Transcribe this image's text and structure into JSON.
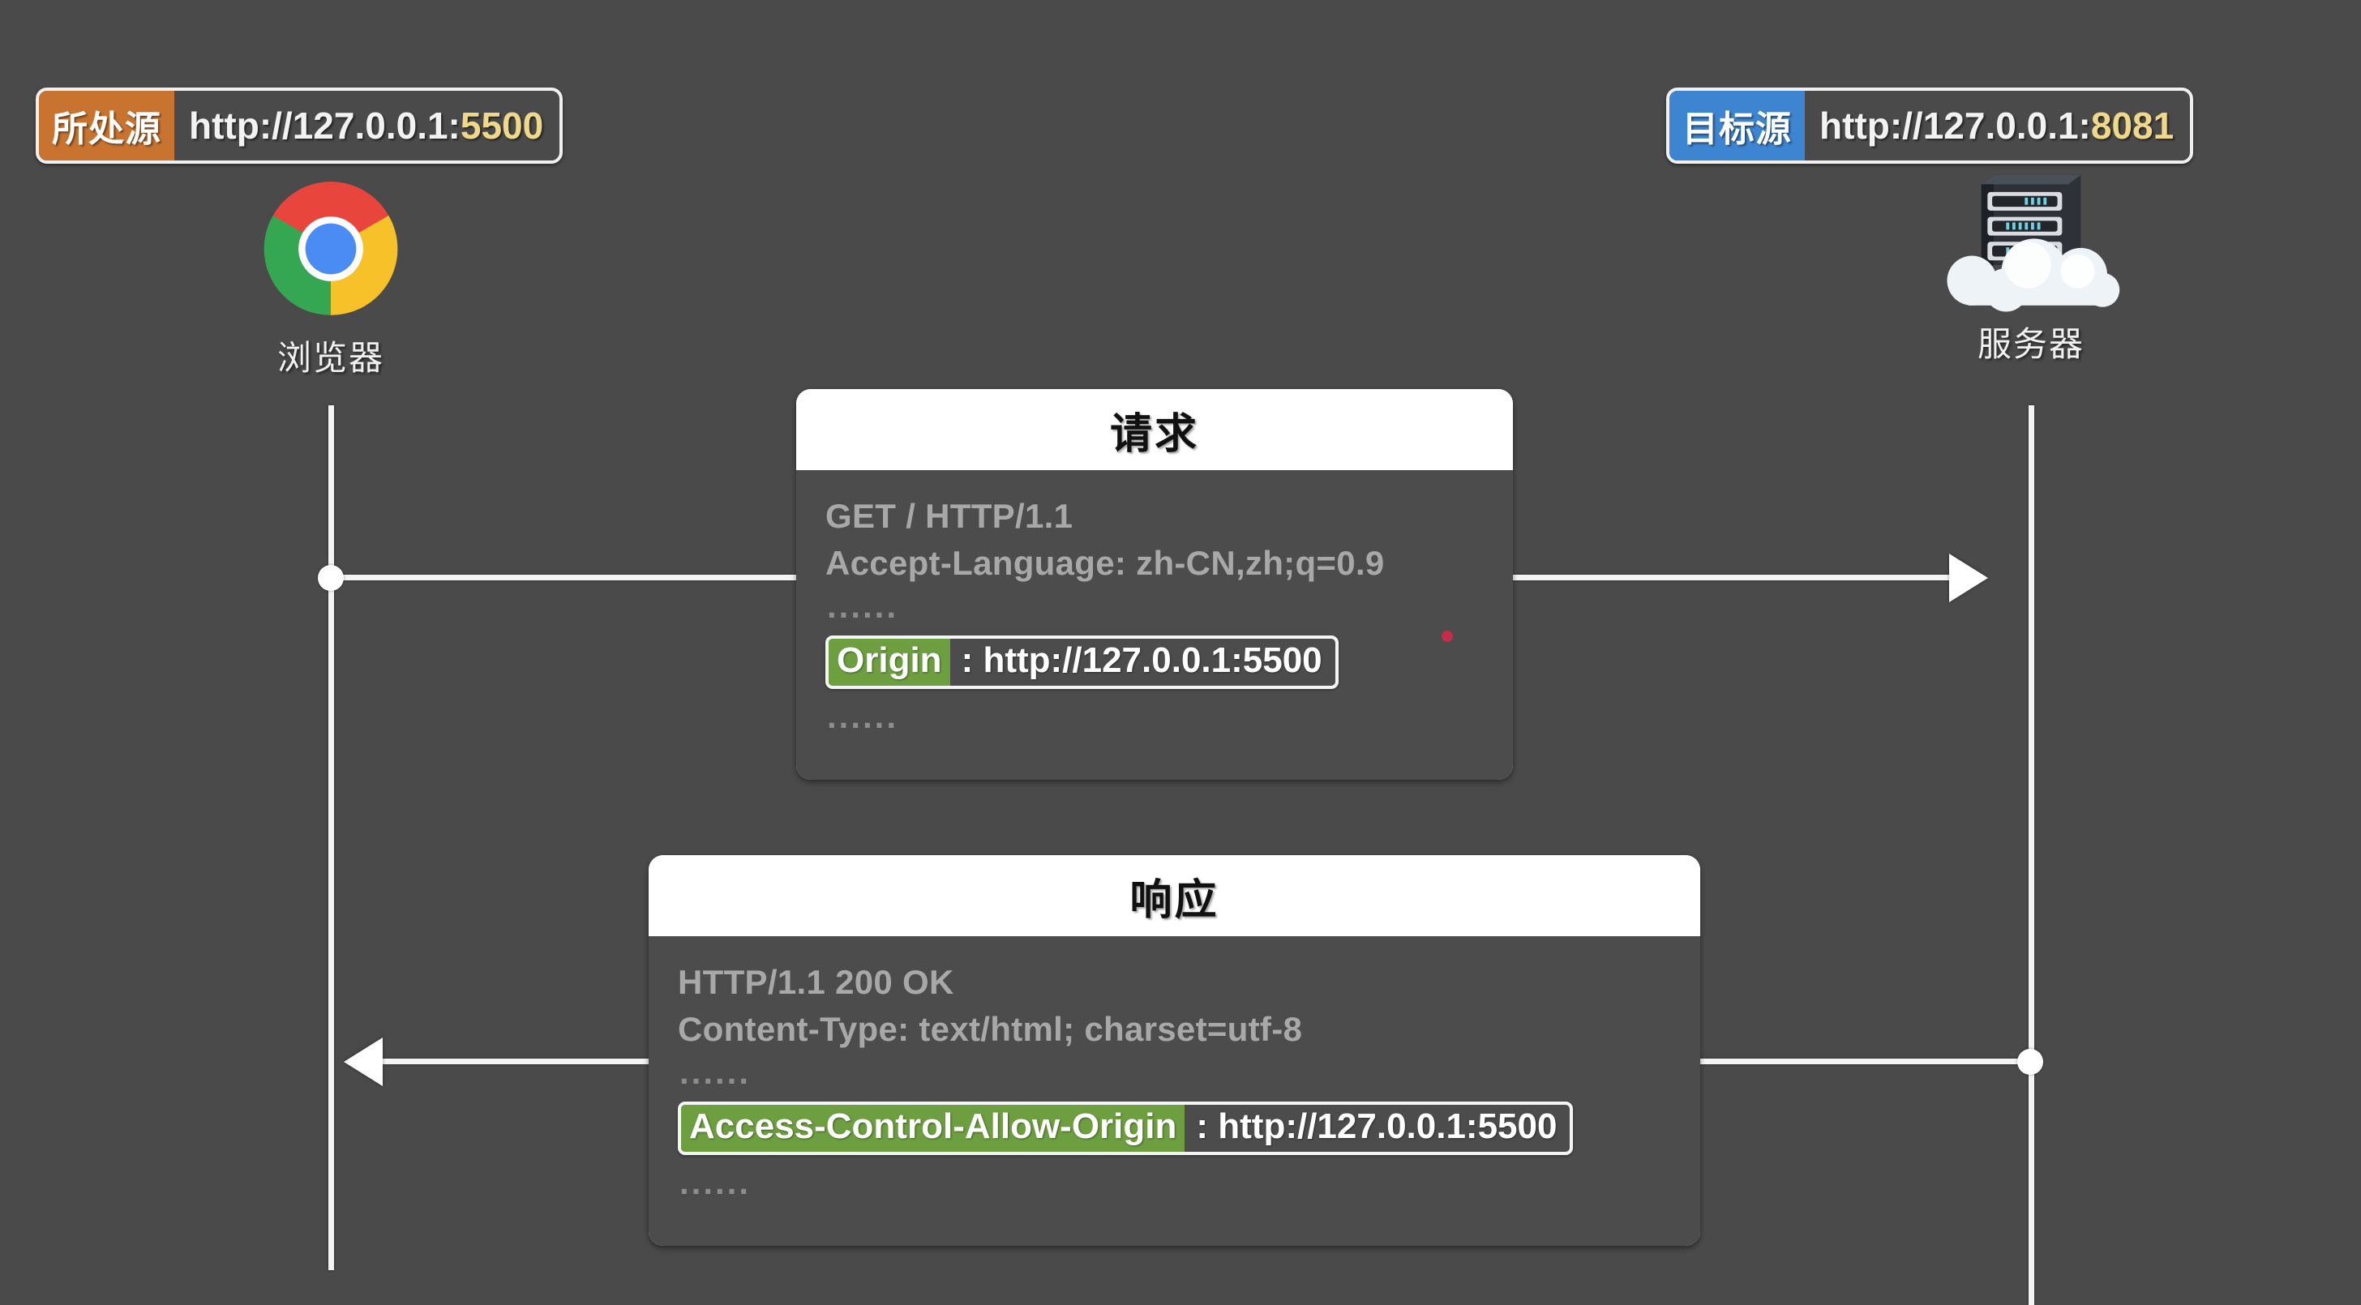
{
  "diagram": {
    "title_source_tag": "所处源",
    "title_target_tag": "目标源",
    "source_url_base": "http://127.0.0.1:",
    "source_url_port": "5500",
    "target_url_base": "http://127.0.0.1:",
    "target_url_port": "8081",
    "background_color": "#4a4a4a",
    "source_tag_color": "#c87430",
    "target_tag_color": "#3d85d0",
    "highlight_color": "#6d9e3f",
    "port_text_color": "#f0d88a"
  },
  "actors": {
    "browser": {
      "label": "浏览器",
      "icon": "chrome-icon"
    },
    "server": {
      "label": "服务器",
      "icon": "server-cloud-icon"
    }
  },
  "request_card": {
    "title": "请求",
    "lines": [
      "GET / HTTP/1.1",
      "Accept-Language: zh-CN,zh;q=0.9"
    ],
    "ellipsis_top": "......",
    "ellipsis_bottom": "......",
    "highlight": {
      "key": "Origin",
      "separator": ":",
      "value": "http://127.0.0.1:5500"
    }
  },
  "response_card": {
    "title": "响应",
    "lines": [
      "HTTP/1.1 200 OK",
      "Content-Type: text/html; charset=utf-8"
    ],
    "ellipsis_top": "......",
    "ellipsis_bottom": "......",
    "highlight": {
      "key": "Access-Control-Allow-Origin",
      "separator": ":",
      "value": "http://127.0.0.1:5500"
    }
  }
}
